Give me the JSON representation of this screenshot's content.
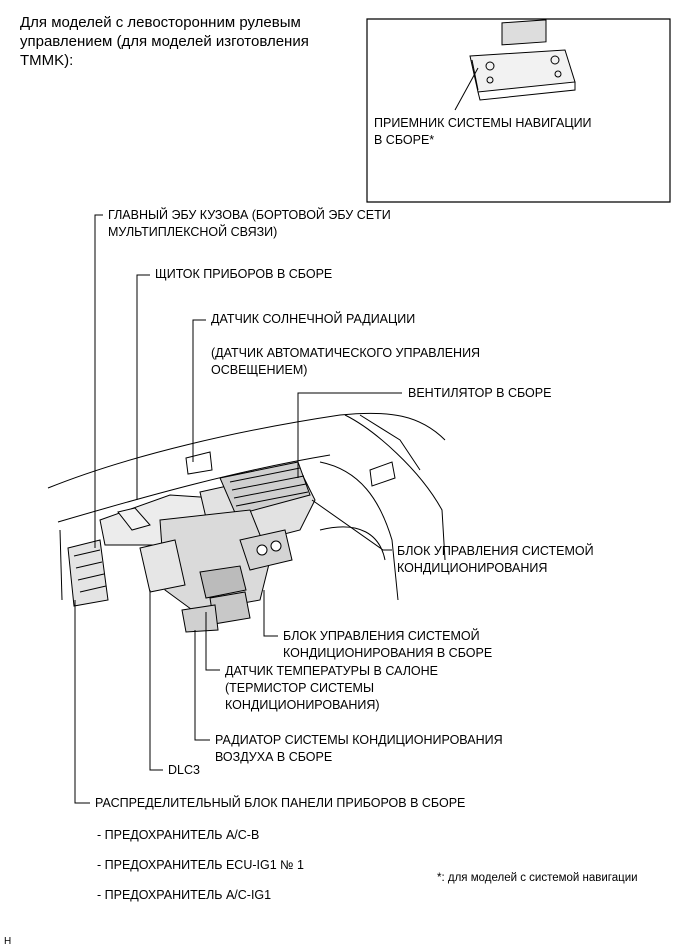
{
  "header": "Для моделей с левосторонним рулевым\nуправлением (для моделей изготовления\nTMMK):",
  "inset": {
    "label": "ПРИЕМНИК СИСТЕМЫ НАВИГАЦИИ\nВ СБОРЕ*"
  },
  "callouts": {
    "main_body_ecu": "ГЛАВНЫЙ ЭБУ КУЗОВА (БОРТОВОЙ ЭБУ СЕТИ\nМУЛЬТИПЛЕКСНОЙ СВЯЗИ)",
    "instrument_panel": "ЩИТОК ПРИБОРОВ В СБОРЕ",
    "solar_sensor": "ДАТЧИК СОЛНЕЧНОЙ РАДИАЦИИ",
    "solar_sensor_note": "(ДАТЧИК АВТОМАТИЧЕСКОГО УПРАВЛЕНИЯ\nОСВЕЩЕНИЕМ)",
    "blower": "ВЕНТИЛЯТОР В СБОРЕ",
    "ac_control_unit": "БЛОК УПРАВЛЕНИЯ СИСТЕМОЙ\nКОНДИЦИОНИРОВАНИЯ",
    "ac_control_assembly": "БЛОК УПРАВЛЕНИЯ СИСТЕМОЙ\nКОНДИЦИОНИРОВАНИЯ В СБОРЕ",
    "room_temp_sensor": "ДАТЧИК ТЕМПЕРАТУРЫ В САЛОНЕ\n(ТЕРМИСТОР СИСТЕМЫ\nКОНДИЦИОНИРОВАНИЯ)",
    "radiator": "РАДИАТОР СИСТЕМЫ КОНДИЦИОНИРОВАНИЯ\nВОЗДУХА В СБОРЕ",
    "dlc3": "DLC3",
    "junction_block": "РАСПРЕДЕЛИТЕЛЬНЫЙ БЛОК ПАНЕЛИ ПРИБОРОВ В СБОРЕ"
  },
  "fuses": [
    "- ПРЕДОХРАНИТЕЛЬ A/C-B",
    "- ПРЕДОХРАНИТЕЛЬ ECU-IG1 № 1",
    "- ПРЕДОХРАНИТЕЛЬ A/C-IG1"
  ],
  "footnote": "*: для моделей с системой навигации",
  "corner_mark": "H"
}
